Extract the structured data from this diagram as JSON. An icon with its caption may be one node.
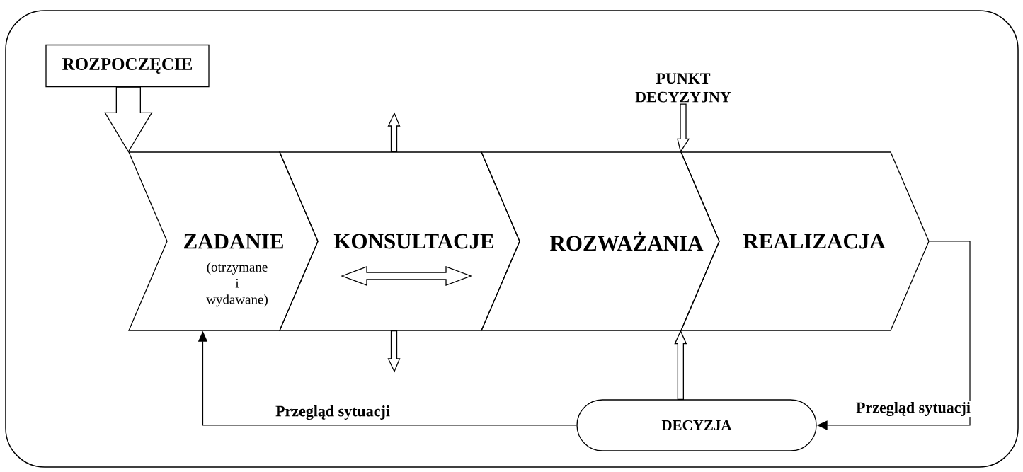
{
  "diagram": {
    "nodes": [
      {
        "text": [
          "ROZPOCZĘCIE"
        ]
      },
      {
        "text": [
          "ZADANIE",
          "(otrzymane i wydawane)"
        ]
      },
      {
        "text": [
          "KONSULTACJE"
        ]
      },
      {
        "text": [
          "ROZWAŻANIA"
        ]
      },
      {
        "text": [
          "REALIZACJA"
        ]
      },
      {
        "text": [
          "PUNKT DECYZYJNY"
        ]
      },
      {
        "text": [
          "DECYZJA"
        ]
      }
    ],
    "edges": [
      {
        "from": 0,
        "to": 1,
        "arrow": "to",
        "style": "thick"
      },
      {
        "from": 5,
        "to": 4,
        "arrow": "to",
        "style": "thick"
      },
      {
        "from": 6,
        "to": 4,
        "arrow": "to",
        "style": "thick"
      },
      {
        "from": 2,
        "to": null,
        "arrow": "to",
        "style": "thick"
      },
      {
        "from": 2,
        "to": null,
        "arrow": "to",
        "style": "thick"
      },
      {
        "from": 4,
        "to": 6,
        "arrow": "to",
        "label": "Przegląd sytuacji"
      },
      {
        "from": 6,
        "to": 1,
        "arrow": "to",
        "label": "Przegląd sytuacji"
      }
    ]
  }
}
